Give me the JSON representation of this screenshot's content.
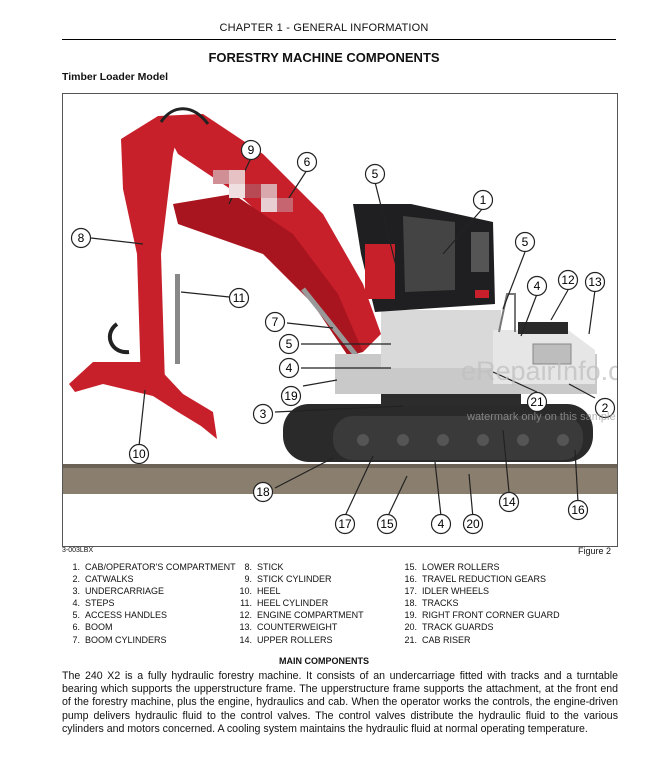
{
  "header": "CHAPTER 1 - GENERAL INFORMATION",
  "title": "FORESTRY MACHINE COMPONENTS",
  "subtitle": "Timber Loader Model",
  "figure": {
    "id": "3-003LBX",
    "label": "Figure 2",
    "watermark_line1": "eRepairInfo.com",
    "watermark_line2": "watermark only on this sample",
    "callouts": [
      "9",
      "6",
      "5",
      "1",
      "8",
      "5",
      "12",
      "13",
      "4",
      "11",
      "7",
      "5",
      "4",
      "19",
      "21",
      "2",
      "3",
      "10",
      "18",
      "17",
      "15",
      "4",
      "20",
      "14",
      "16"
    ]
  },
  "legend": {
    "col1": [
      {
        "n": "1.",
        "label": "CAB/OPERATOR'S COMPARTMENT"
      },
      {
        "n": "2.",
        "label": "CATWALKS"
      },
      {
        "n": "3.",
        "label": "UNDERCARRIAGE"
      },
      {
        "n": "4.",
        "label": "STEPS"
      },
      {
        "n": "5.",
        "label": "ACCESS HANDLES"
      },
      {
        "n": "6.",
        "label": "BOOM"
      },
      {
        "n": "7.",
        "label": "BOOM CYLINDERS"
      }
    ],
    "col2": [
      {
        "n": "8.",
        "label": "STICK"
      },
      {
        "n": "9.",
        "label": "STICK CYLINDER"
      },
      {
        "n": "10.",
        "label": "HEEL"
      },
      {
        "n": "11.",
        "label": "HEEL CYLINDER"
      },
      {
        "n": "12.",
        "label": "ENGINE COMPARTMENT"
      },
      {
        "n": "13.",
        "label": "COUNTERWEIGHT"
      },
      {
        "n": "14.",
        "label": "UPPER ROLLERS"
      }
    ],
    "col3": [
      {
        "n": "15.",
        "label": "LOWER ROLLERS"
      },
      {
        "n": "16.",
        "label": "TRAVEL REDUCTION GEARS"
      },
      {
        "n": "17.",
        "label": "IDLER WHEELS"
      },
      {
        "n": "18.",
        "label": "TRACKS"
      },
      {
        "n": "19.",
        "label": "RIGHT FRONT CORNER GUARD"
      },
      {
        "n": "20.",
        "label": "TRACK GUARDS"
      },
      {
        "n": "21.",
        "label": "CAB RISER"
      }
    ]
  },
  "main_heading": "MAIN COMPONENTS",
  "paragraph": "The 240 X2 is a fully hydraulic forestry machine. It consists of an undercarriage fitted with tracks and a turntable bearing which supports the upperstructure frame. The upperstructure frame supports the attachment, at the front end of the forestry machine, plus the engine, hydraulics and cab. When the operator works the controls, the engine-driven pump delivers hydraulic fluid to the control valves. The control valves distribute the hydraulic fluid to the various cylinders and motors concerned. A cooling system maintains the hydraulic fluid at normal operating temperature.",
  "colors": {
    "machine_red": "#c8202a",
    "cab": "#1f1f22",
    "body_grey": "#d9d9d9",
    "ground": "#8a7e6e"
  }
}
